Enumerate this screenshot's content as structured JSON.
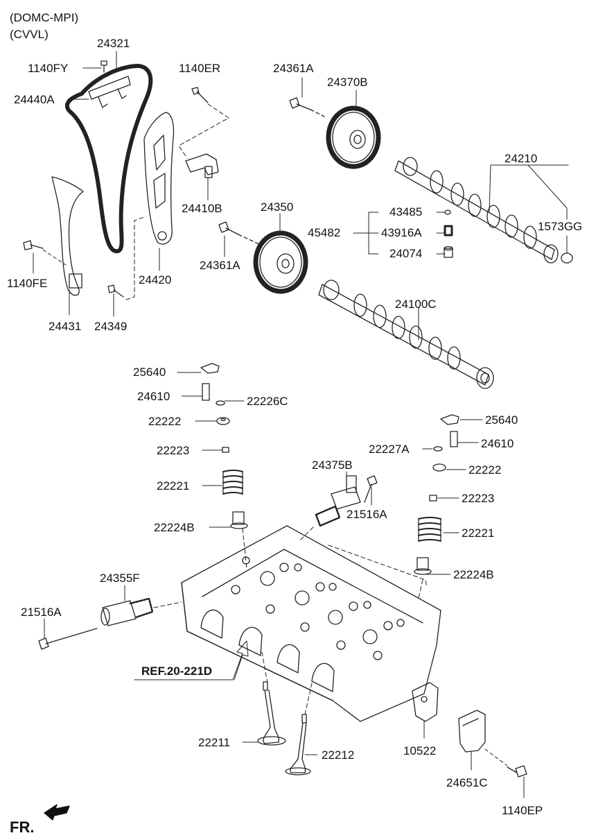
{
  "header": {
    "line1": "(DOMC-MPI)",
    "line2": "(CVVL)"
  },
  "labels": {
    "p24321": "24321",
    "p1140FY": "1140FY",
    "p24440A": "24440A",
    "p1140ER": "1140ER",
    "p24361A_top": "24361A",
    "p24370B": "24370B",
    "p24210": "24210",
    "p24410B": "24410B",
    "p24350": "24350",
    "p43485": "43485",
    "p45482": "45482",
    "p43916A": "43916A",
    "p24074": "24074",
    "p1573GG": "1573GG",
    "p1140FE": "1140FE",
    "p24361A_mid": "24361A",
    "p24420": "24420",
    "p24100C": "24100C",
    "p24431": "24431",
    "p24349": "24349",
    "p25640_left": "25640",
    "p24610_left": "24610",
    "p22226C": "22226C",
    "p22222_left": "22222",
    "p25640_right": "25640",
    "p22227A": "22227A",
    "p24610_right": "24610",
    "p22223_left": "22223",
    "p24375B": "24375B",
    "p22222_right": "22222",
    "p22221_left": "22221",
    "p21516A_mid": "21516A",
    "p22223_right": "22223",
    "p22224B_left": "22224B",
    "p22221_right": "22221",
    "p24355F": "24355F",
    "p22224B_right": "22224B",
    "p21516A_left": "21516A",
    "p22211": "22211",
    "p22212": "22212",
    "p10522": "10522",
    "p24651C": "24651C",
    "p1140EP": "1140EP"
  },
  "reference": "REF.20-221D",
  "direction": "FR."
}
